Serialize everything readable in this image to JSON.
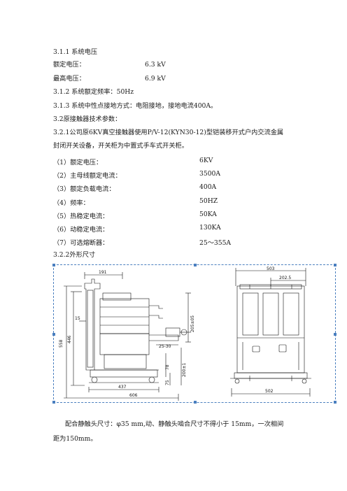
{
  "doc": {
    "sec_311": "3.1.1 系统电压",
    "rated_voltage_label": "额定电压：",
    "rated_voltage_value": "6.3 kV",
    "max_voltage_label": "最高电压：",
    "max_voltage_value": "6.9 kV",
    "sec_312": "3.1.2 系统额定频率：50Hz",
    "sec_313": "3.1.3 系统中性点接地方式：电阻接地，接地电流400A。",
    "sec_32": "3.2原接触器技术参数：",
    "sec_321_line1": "3.2.1公司原6KV真空接触器使用P/V-12(KYN30-12)型铠装移开式户内交流金属",
    "sec_321_line2": "封闭开关设备，开关柜为中置式手车式开关柜。",
    "specs": [
      {
        "label": "（1）额定电压：",
        "value": "6KV"
      },
      {
        "label": "（2）主母线额定电流：",
        "value": "3500A"
      },
      {
        "label": "（3）额定负载电流：",
        "value": "400A"
      },
      {
        "label": "（4）频率：",
        "value": "50HZ"
      },
      {
        "label": "（5）热稳定电流：",
        "value": "50KA"
      },
      {
        "label": "（6）动稳定电流：",
        "value": "130KA"
      },
      {
        "label": "（7）可选熔断器：",
        "value": "25～355A"
      }
    ],
    "sec_322": "3.2.2外形尺寸",
    "footer_line1": "配合静触头尺寸：φ35 mm,动、静触头啮合尺寸不得小于 15mm，一次相间",
    "footer_line2": "距为150mm。"
  },
  "drawing": {
    "dims": {
      "d191": "191",
      "d15": "15",
      "d558": "558",
      "d446": "446",
      "d205": "205±05",
      "d2530": "25-30",
      "d78": "78",
      "d75": "75",
      "d200": "200±1",
      "d437": "437",
      "d606": "606",
      "d503": "503",
      "d2025": "202.5",
      "d502": "502"
    }
  }
}
